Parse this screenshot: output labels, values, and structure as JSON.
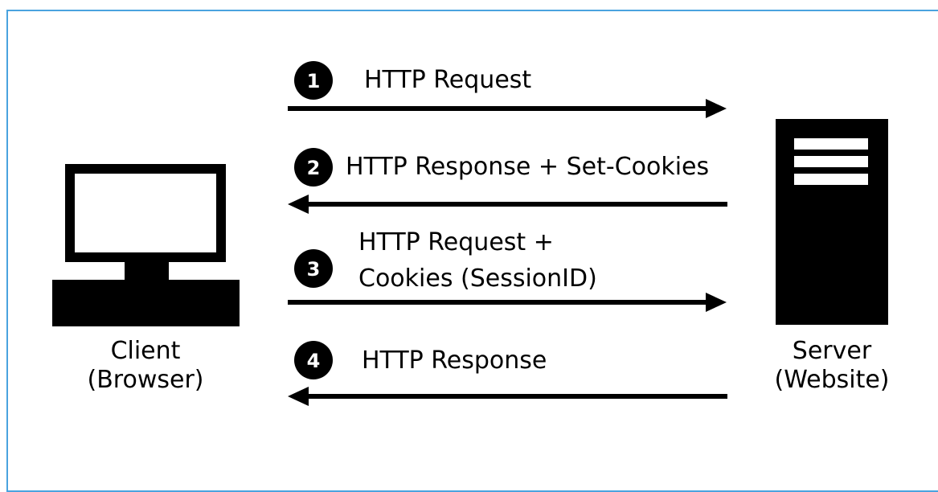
{
  "colors": {
    "frame_border": "#4aa3df",
    "ink": "#000000",
    "paper": "#ffffff"
  },
  "client": {
    "icon": "desktop-computer-icon",
    "label_line1": "Client",
    "label_line2": "(Browser)"
  },
  "server": {
    "icon": "server-tower-icon",
    "label_line1": "Server",
    "label_line2": "(Website)"
  },
  "steps": [
    {
      "number": "1",
      "direction": "client-to-server",
      "lines": [
        "HTTP Request"
      ]
    },
    {
      "number": "2",
      "direction": "server-to-client",
      "lines": [
        "HTTP Response + Set-Cookies"
      ]
    },
    {
      "number": "3",
      "direction": "client-to-server",
      "lines": [
        "HTTP Request +",
        "Cookies (SessionID)"
      ]
    },
    {
      "number": "4",
      "direction": "server-to-client",
      "lines": [
        "HTTP Response"
      ]
    }
  ]
}
